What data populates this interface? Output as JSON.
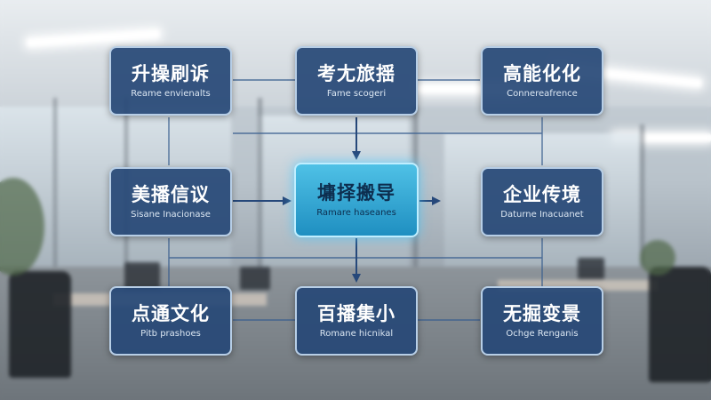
{
  "colors": {
    "node_fill": "#264876",
    "node_border": "#b7cee6",
    "center_fill": "#2fa6d6",
    "connector": "#26487a"
  },
  "nodes": {
    "top_left": {
      "title": "升操刷诉",
      "subtitle": "Reame envienalts"
    },
    "top_center": {
      "title": "考尢旅揺",
      "subtitle": "Fame scogeri"
    },
    "top_right": {
      "title": "高能化化",
      "subtitle": "Connereafrence"
    },
    "mid_left": {
      "title": "美播信议",
      "subtitle": "Sisane Inacionase"
    },
    "center": {
      "title": "墉择搬导",
      "subtitle": "Ramare haseanes"
    },
    "mid_right": {
      "title": "企业传境",
      "subtitle": "Daturne Inacuanet"
    },
    "bottom_left": {
      "title": "点通文化",
      "subtitle": "Pitb prashoes"
    },
    "bottom_center": {
      "title": "百播集小",
      "subtitle": "Romane hicnikal"
    },
    "bottom_right": {
      "title": "无掘变景",
      "subtitle": "Ochge Renganis"
    }
  }
}
